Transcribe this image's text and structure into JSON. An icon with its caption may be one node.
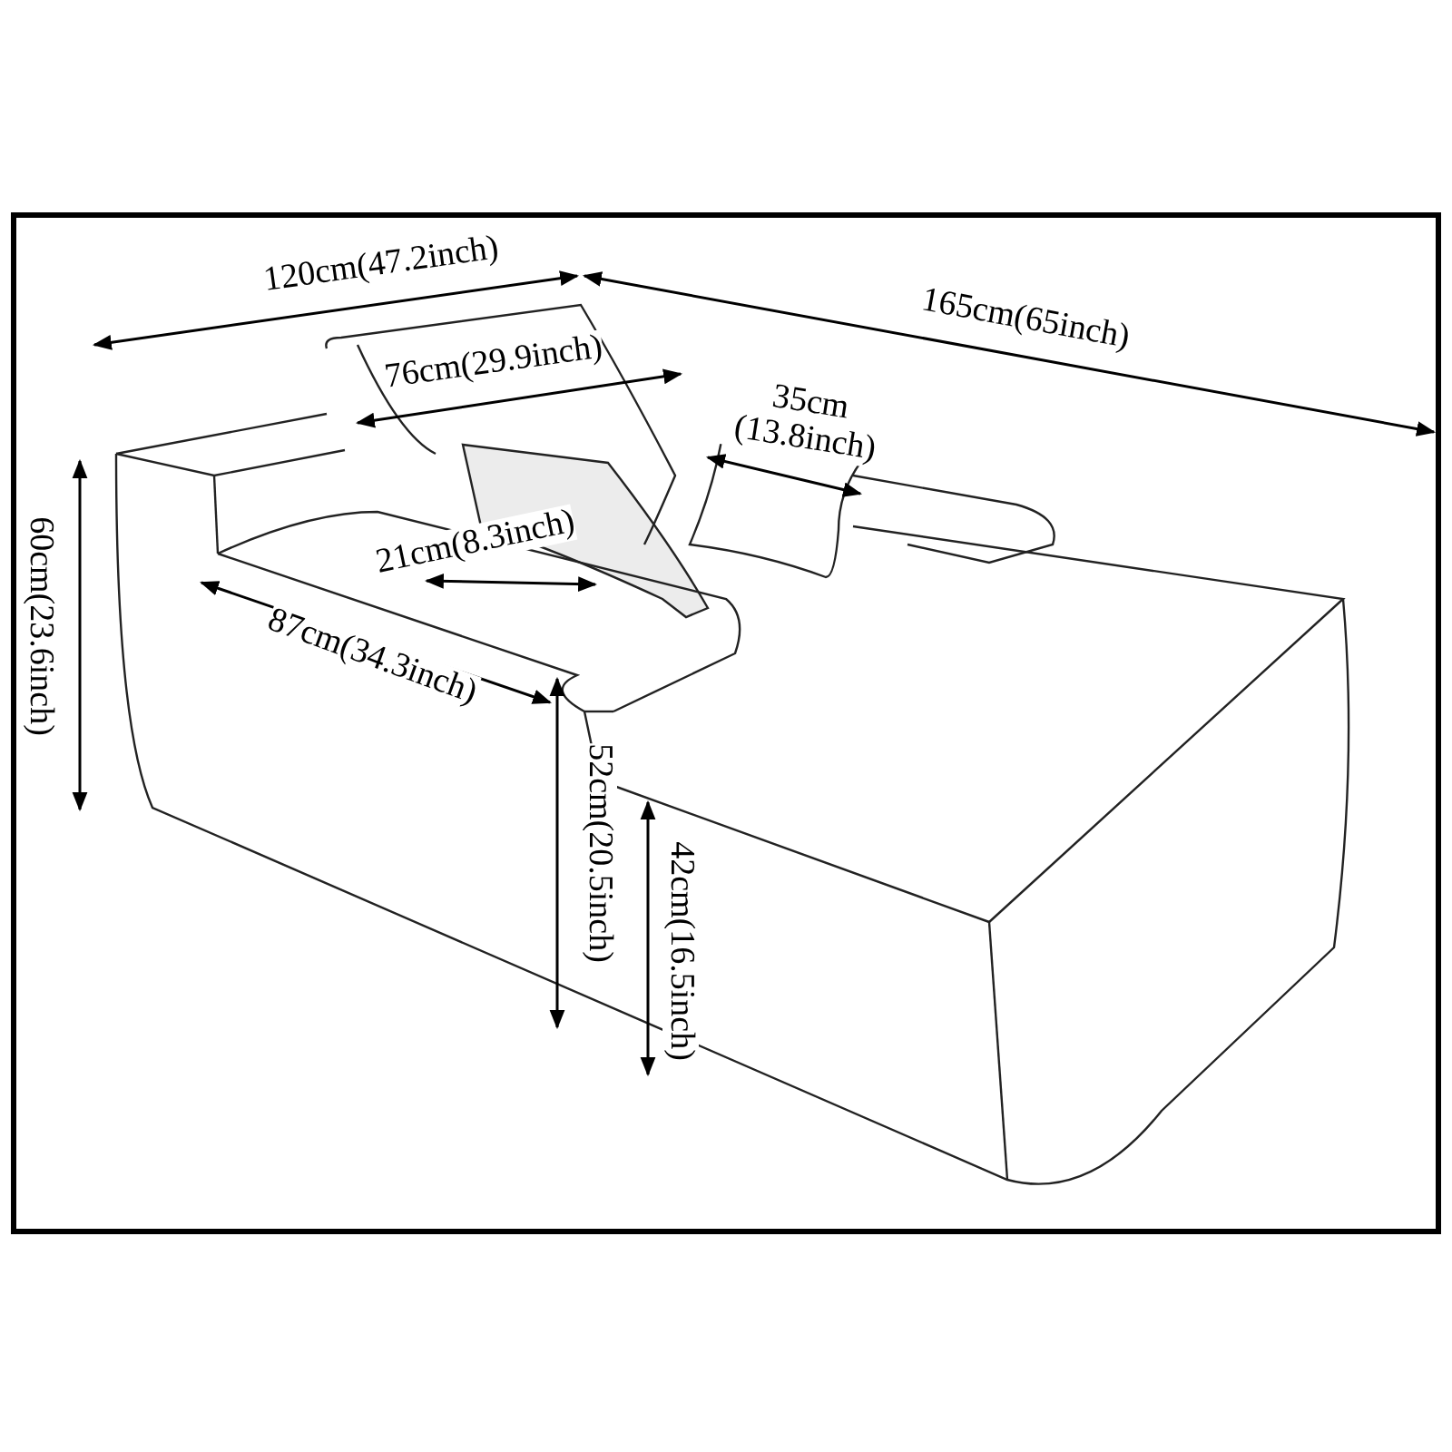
{
  "diagram": {
    "labels": [
      "120cm(47.2inch)",
      "165cm(65inch)",
      "76cm(29.9inch)",
      "35cm (13.8inch)",
      "21cm(8.3inch)",
      "87cm(34.3inch)",
      "60cm(23.6inch)",
      "52cm(20.5inch)",
      "42cm(16.5inch)"
    ]
  }
}
